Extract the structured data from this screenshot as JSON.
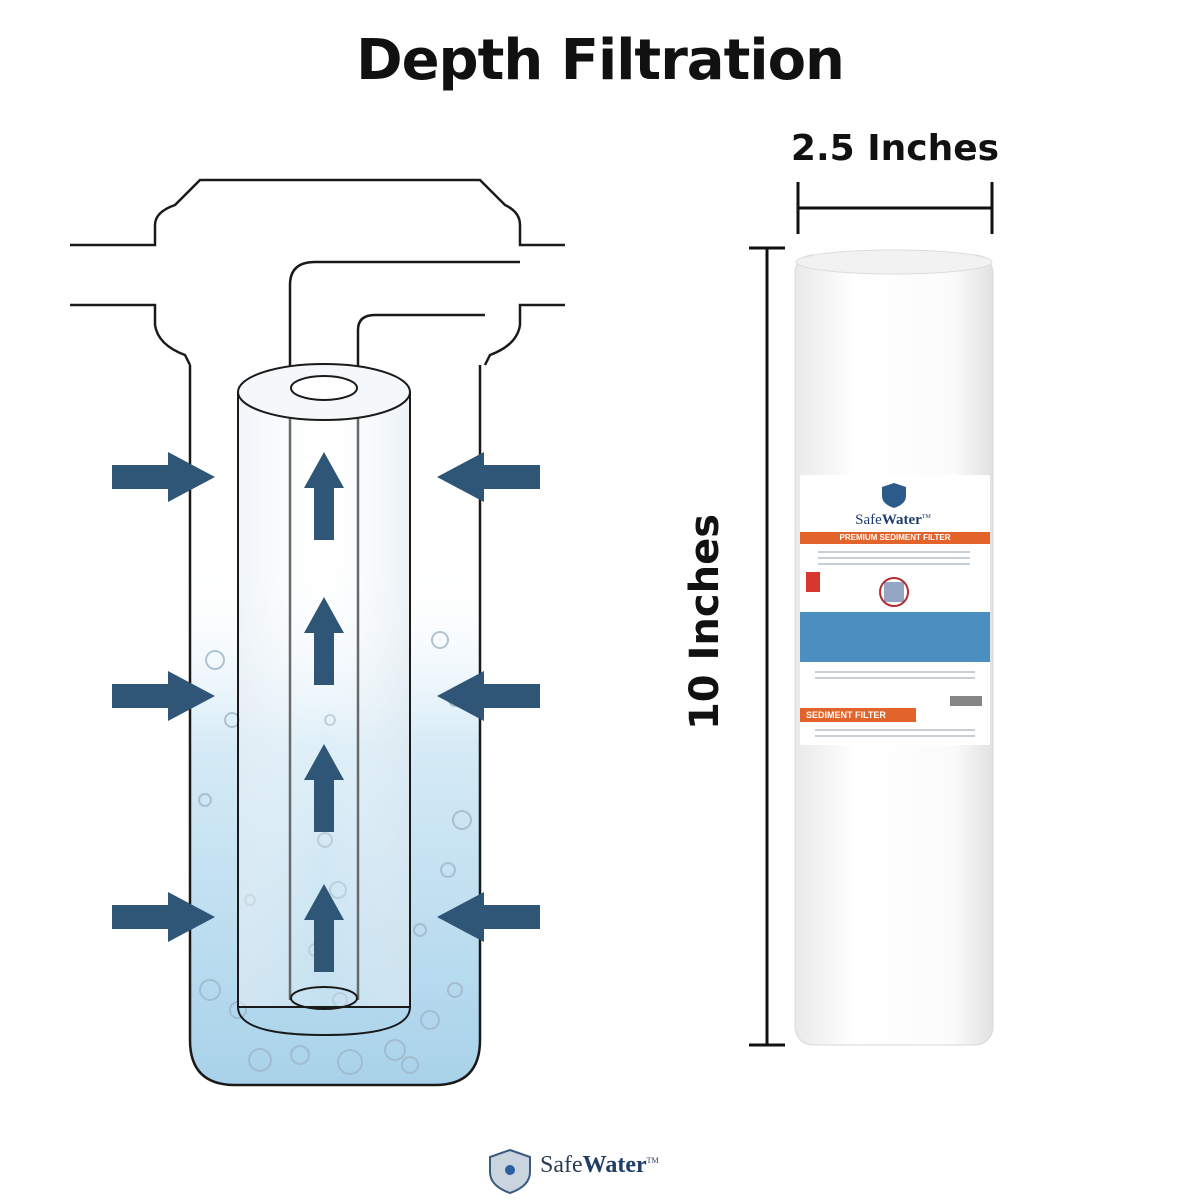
{
  "title": "Depth Filtration",
  "dimensions": {
    "width_label": "2.5 Inches",
    "height_label": "10 Inches"
  },
  "cartridge": {
    "brand_prefix": "Safe",
    "brand_suffix": "Water",
    "trademark": "TM",
    "band_top": "PREMIUM SEDIMENT FILTER",
    "band_bottom": "SEDIMENT FILTER"
  },
  "footer": {
    "brand_prefix": "Safe",
    "brand_suffix": "Water",
    "trademark": "TM"
  },
  "colors": {
    "arrow": "#2f5676",
    "water": "#b7dbef",
    "outline": "#1a1a1a",
    "accent_orange": "#e2642a",
    "brand_blue": "#1f3d66"
  }
}
